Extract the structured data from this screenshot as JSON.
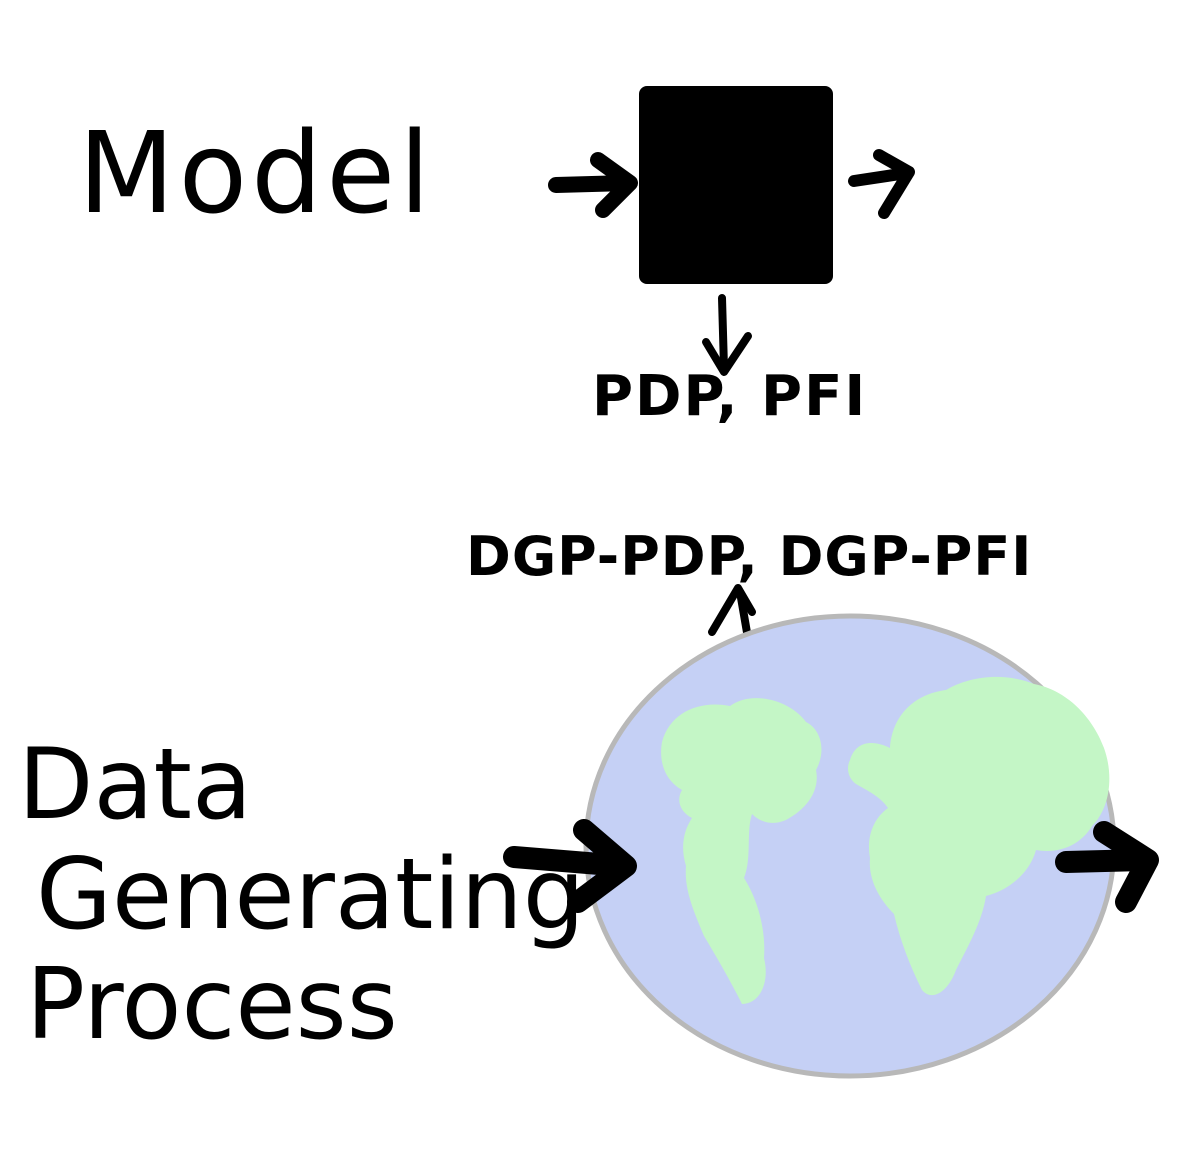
{
  "model": {
    "label": "Model",
    "box_color": "#000000",
    "output_label": "PDP, PFI"
  },
  "dgp": {
    "label_lines": [
      "Data",
      "Generating",
      "Process"
    ],
    "output_label": "DGP-PDP, DGP-PFI",
    "globe": {
      "ocean_color": "#c5d0f5",
      "land_color": "#c4f6c6",
      "outline_color": "#b8b8b8"
    }
  }
}
